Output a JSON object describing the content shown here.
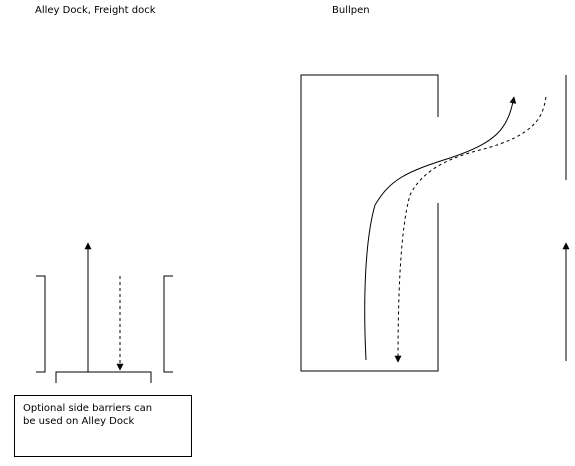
{
  "titles": {
    "alley_dock": "Alley Dock, Freight dock",
    "bullpen": "Bullpen"
  },
  "note": {
    "line1": "Optional side barriers can",
    "line2": "be used on Alley Dock"
  }
}
